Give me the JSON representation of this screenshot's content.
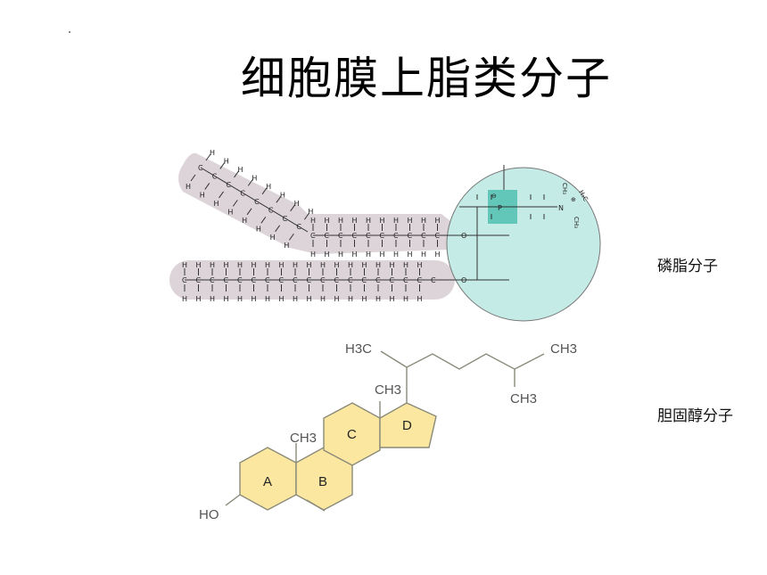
{
  "slide": {
    "title": "细胞膜上脂类分子"
  },
  "phospholipid": {
    "caption": "磷脂分子",
    "tail_color": "#dcd4d8",
    "head_color": "#c5ebe6",
    "phosphate_highlight": "#62c6b8",
    "head_labels": {
      "ch3_a": "CH₃",
      "n": "N",
      "ch3_b": "CH₃",
      "h3c": "H₃C",
      "plus": "⊕",
      "minus": "⊖",
      "p": "P",
      "o": "O",
      "h": "H",
      "c": "C"
    }
  },
  "cholesterol": {
    "caption": "胆固醇分子",
    "ring_fill": "#fbe7a0",
    "ring_stroke": "#8a8a7a",
    "rings": [
      "A",
      "B",
      "C",
      "D"
    ],
    "labels": {
      "ho": "HO",
      "ch3_ring_b": "CH3",
      "ch3_ring_d": "CH3",
      "h3c_chain": "H3C",
      "ch3_chain_end": "CH3",
      "ch3_chain_branch": "CH3"
    }
  }
}
